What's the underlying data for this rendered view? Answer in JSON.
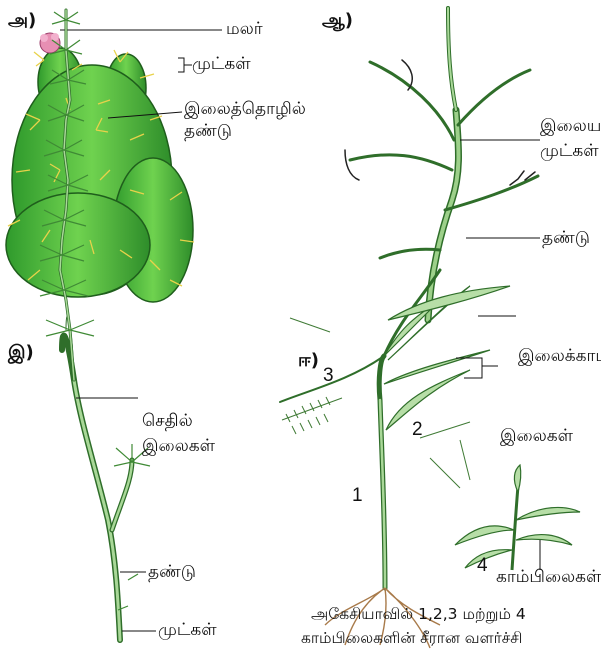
{
  "panels": {
    "a": {
      "marker": "அ)",
      "flower_label": "மலர்",
      "spines_label": "முட்கள்",
      "stem_label_line1": "இலைத்தொழில்",
      "stem_label_line2": "தண்டு"
    },
    "b": {
      "marker": "ஆ)",
      "leaf_spines_line1": "இலையடி",
      "leaf_spines_line2": "முட்கள்",
      "stem_label": "தண்டு"
    },
    "c": {
      "marker": "இ)",
      "scale_leaves_line1": "செதில்",
      "scale_leaves_line2": "இலைகள்",
      "stem_label": "தண்டு",
      "spines_label": "முட்கள்"
    },
    "d": {
      "marker": "ஈ)",
      "phyllode_label": "இலைக்காம்பு",
      "leaves_label": "இலைகள்",
      "phyllodes_label": "காம்பிலைகள்",
      "n1": "1",
      "n2": "2",
      "n3": "3",
      "n4": "4",
      "caption_line1": "அகேசியாவில் 1,2,3 மற்றும் 4",
      "caption_line2": "காம்பிலைகளின் சீரான வளர்ச்சி"
    }
  },
  "colors": {
    "cactus": "#4fbf3a",
    "cactus_dark": "#2c8a2a",
    "flower": "#e78fb3",
    "spine": "#e8d24a",
    "stem_green": "#8cc97a",
    "leaf_green": "#9ed08c",
    "root": "#a87a4a"
  }
}
